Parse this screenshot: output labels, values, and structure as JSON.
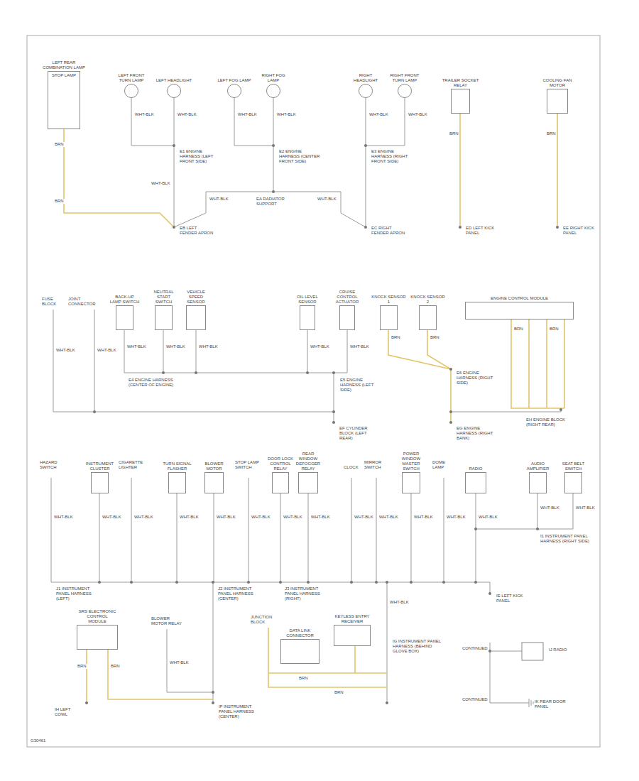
{
  "diagram": {
    "nodes": [
      {
        "text": [
          "LEFT REAR COMBINATION LAMP",
          "STOP LAMP"
        ]
      },
      {
        "text": [
          "LEFT FRONT TURN LAMP"
        ]
      },
      {
        "text": [
          "LEFT HEADLIGHT"
        ]
      },
      {
        "text": [
          "LEFT FOG LAMP"
        ]
      },
      {
        "text": [
          "RIGHT FOG LAMP"
        ]
      },
      {
        "text": [
          "RIGHT HEADLIGHT"
        ]
      },
      {
        "text": [
          "RIGHT FRONT TURN LAMP"
        ]
      },
      {
        "text": [
          "TRAILER SOCKET RELAY"
        ]
      },
      {
        "text": [
          "COOLING FAN MOTOR"
        ]
      },
      {
        "text": [
          "BACK-UP LAMP SWITCH"
        ]
      },
      {
        "text": [
          "NEUTRAL START SWITCH"
        ]
      },
      {
        "text": [
          "VEHICLE SPEED SENSOR"
        ]
      },
      {
        "text": [
          "OIL LEVEL SENSOR"
        ]
      },
      {
        "text": [
          "CRUISE CONTROL ACTUATOR"
        ]
      },
      {
        "text": [
          "KNOCK SENSOR 1"
        ]
      },
      {
        "text": [
          "KNOCK SENSOR 2"
        ]
      },
      {
        "text": [
          "ENGINE CONTROL MODULE"
        ]
      },
      {
        "text": [
          "INSTRUMENT CLUSTER"
        ]
      },
      {
        "text": [
          "TURN SIGNAL FLASHER"
        ]
      },
      {
        "text": [
          "BLOWER MOTOR"
        ]
      },
      {
        "text": [
          "DOOR LOCK CONTROL RELAY"
        ]
      },
      {
        "text": [
          "REAR WINDOW DEFOGGER RELAY"
        ]
      },
      {
        "text": [
          "POWER WINDOW MASTER SWITCH"
        ]
      },
      {
        "text": [
          "RADIO"
        ]
      },
      {
        "text": [
          "AUDIO AMPLIFIER"
        ]
      },
      {
        "text": [
          "SEAT BELT SWITCH"
        ]
      },
      {
        "text": [
          "SRS ELECTRONIC CONTROL MODULE"
        ]
      },
      {
        "text": [
          "DATA LINK CONNECTOR"
        ]
      },
      {
        "text": [
          "KEYLESS ENTRY RECEIVER"
        ]
      }
    ],
    "labels": [
      "WHT-BLK",
      "WHT-BLK",
      "WHT-BLK",
      "WHT-BLK",
      "WHT-BLK",
      "WHT-BLK",
      "E1 ENGINE HARNESS (LEFT FRONT SIDE)",
      "WHT-BLK",
      "E2 ENGINE HARNESS (CENTER FRONT SIDE)",
      "EA RADIATOR SUPPORT",
      "WHT-BLK",
      "WHT-BLK",
      "E3 ENGINE HARNESS (RIGHT FRONT SIDE)",
      "EB LEFT FENDER APRON",
      "EC RIGHT FENDER APRON",
      "BRN",
      "BRN",
      "BRN",
      "ED LEFT KICK PANEL",
      "BRN",
      "EE RIGHT KICK PANEL",
      "FUSE BLOCK",
      "WHT-BLK",
      "JOINT CONNECTOR",
      "WHT-BLK",
      "WHT-BLK",
      "WHT-BLK",
      "WHT-BLK",
      "WHT-BLK",
      "WHT-BLK",
      "E4 ENGINE HARNESS (CENTER OF ENGINE)",
      "E5 ENGINE HARNESS (LEFT SIDE)",
      "EF CYLINDER BLOCK (LEFT REAR)",
      "BRN",
      "BRN",
      "E6 ENGINE HARNESS (RIGHT SIDE)",
      "EG ENGINE HARNESS (RIGHT BANK)",
      "BRN",
      "BRN",
      "EH ENGINE BLOCK (RIGHT REAR)",
      "HAZARD SWITCH",
      "CIGARETTE LIGHTER",
      "STOP LAMP SWITCH",
      "CLOCK",
      "MIRROR SWITCH",
      "DOME LAMP",
      "WHT-BLK",
      "WHT-BLK",
      "WHT-BLK",
      "WHT-BLK",
      "WHT-BLK",
      "WHT-BLK",
      "WHT-BLK",
      "WHT-BLK",
      "WHT-BLK",
      "WHT-BLK",
      "WHT-BLK",
      "WHT-BLK",
      "WHT-BLK",
      "J1 INSTRUMENT PANEL HARNESS (LEFT)",
      "J2 INSTRUMENT PANEL HARNESS (CENTER)",
      "J3 INSTRUMENT PANEL HARNESS (RIGHT)",
      "IE LEFT KICK PANEL",
      "I1 INSTRUMENT PANEL HARNESS (RIGHT SIDE)",
      "WHT-BLK",
      "WHT-BLK",
      "BLOWER MOTOR RELAY",
      "IF INSTRUMENT PANEL HARNESS (CENTER)",
      "IH LEFT COWL",
      "BRN",
      "BRN",
      "WHT-BLK",
      "JUNCTION BLOCK",
      "IG INSTRUMENT PANEL HARNESS (BEHIND GLOVE BOX)",
      "BRN",
      "BRN",
      "WHT-BLK",
      "CONTINUED",
      "CONTINUED",
      "IJ RADIO",
      "IK REAR DOOR PANEL",
      "G30461"
    ]
  }
}
